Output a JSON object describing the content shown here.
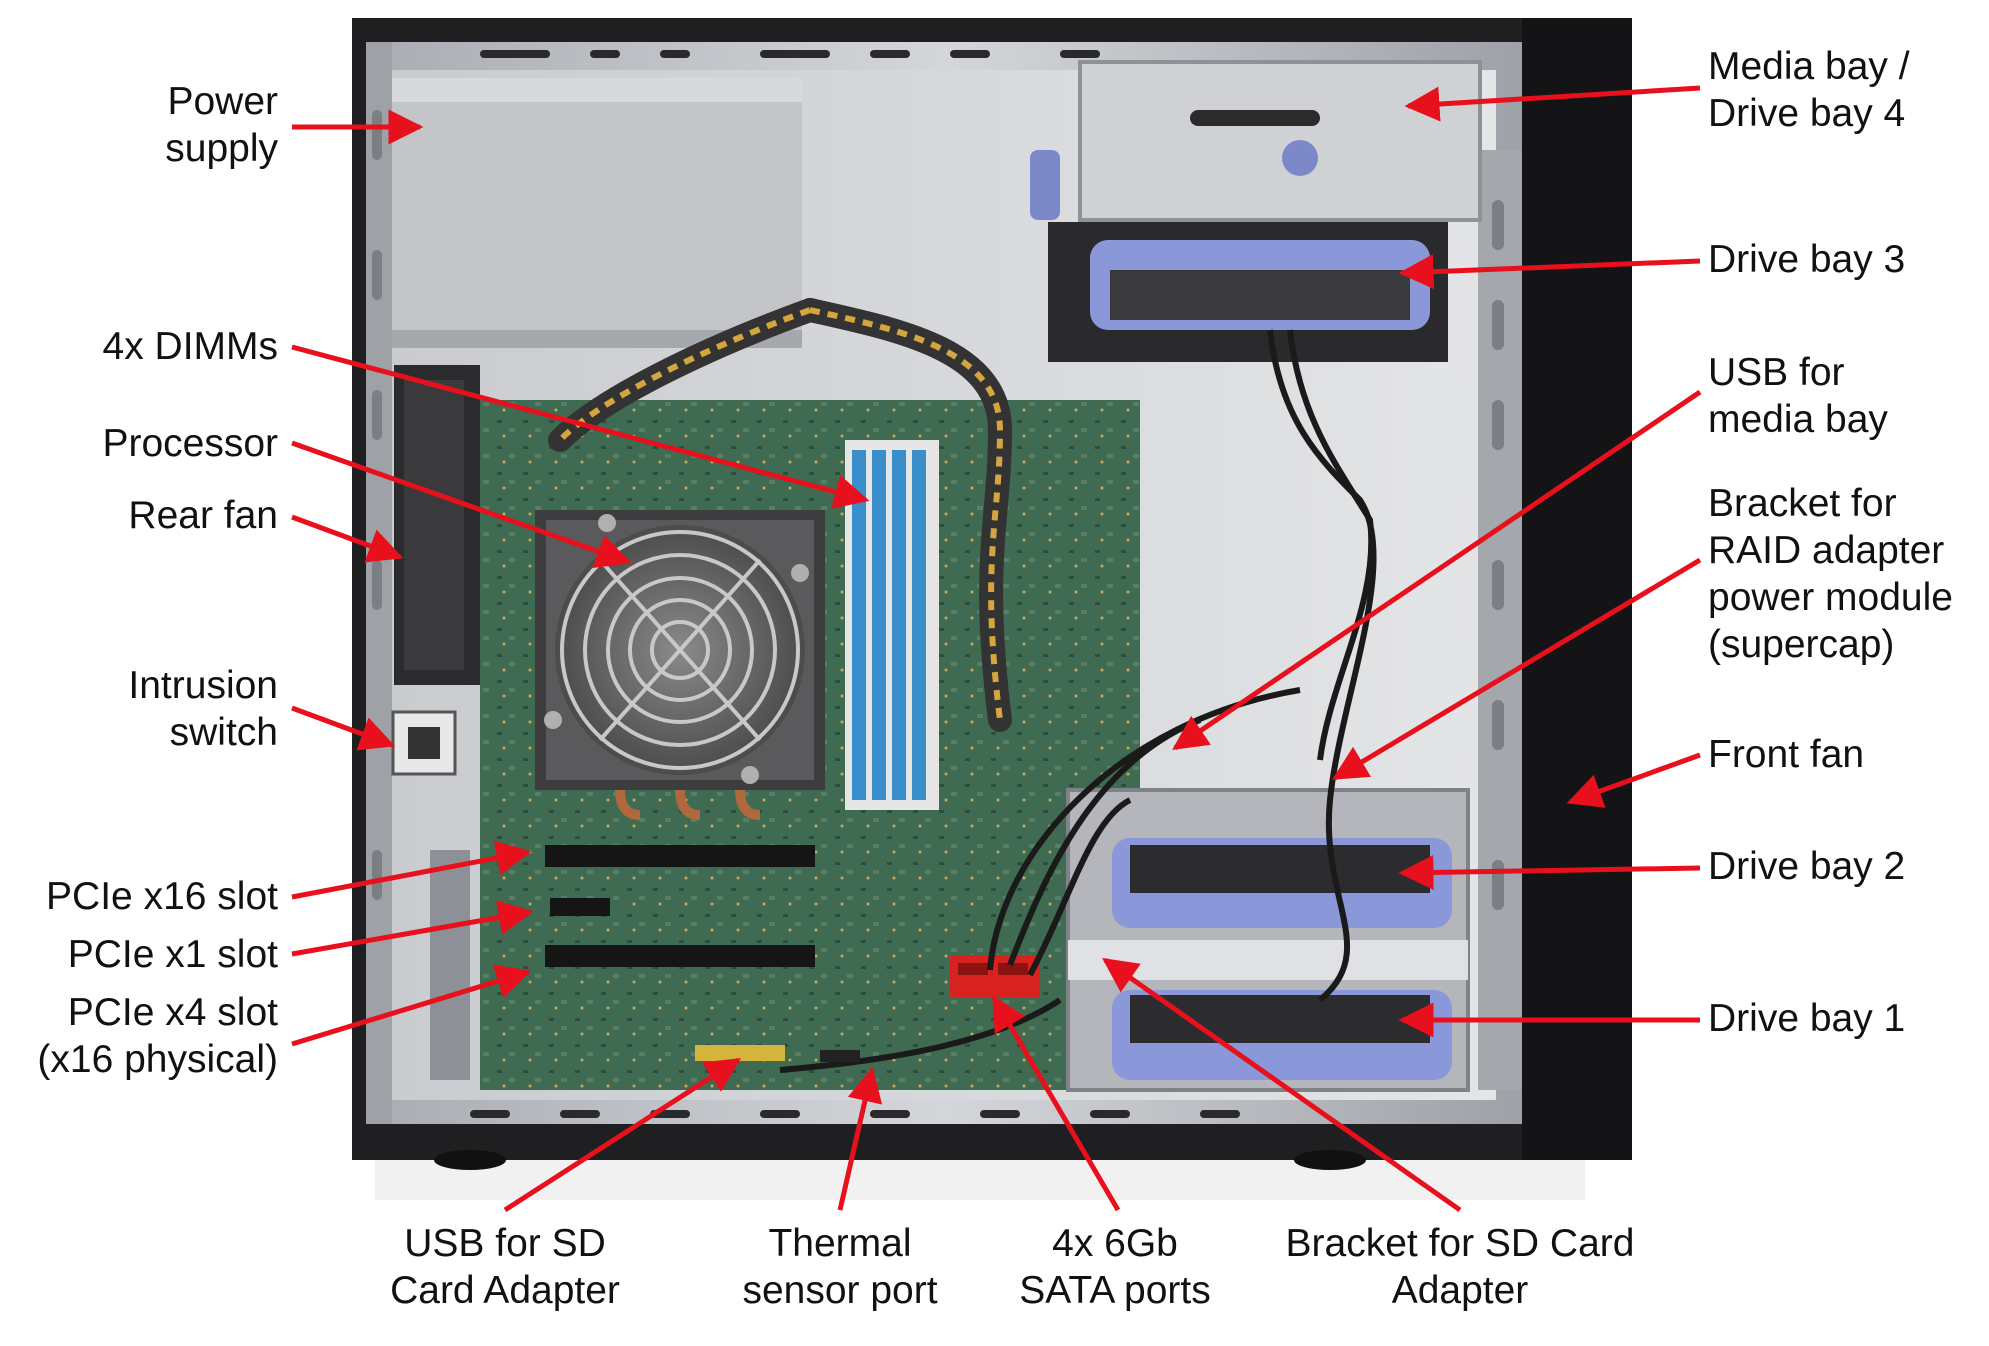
{
  "labels": {
    "power_supply": [
      "Power",
      "supply"
    ],
    "dimms": [
      "4x DIMMs"
    ],
    "processor": [
      "Processor"
    ],
    "rear_fan": [
      "Rear fan"
    ],
    "intrusion_switch": [
      "Intrusion",
      "switch"
    ],
    "pcie_x16": [
      "PCIe x16 slot"
    ],
    "pcie_x1": [
      "PCIe x1 slot"
    ],
    "pcie_x4": [
      "PCIe x4 slot",
      "(x16 physical)"
    ],
    "media_bay": [
      "Media bay /",
      "Drive bay 4"
    ],
    "drive_bay_3": [
      "Drive bay 3"
    ],
    "usb_media_bay": [
      "USB for",
      "media bay"
    ],
    "raid_bracket": [
      "Bracket for",
      "RAID adapter",
      "power module",
      "(supercap)"
    ],
    "front_fan": [
      "Front fan"
    ],
    "drive_bay_2": [
      "Drive bay 2"
    ],
    "drive_bay_1": [
      "Drive bay 1"
    ],
    "usb_sd": [
      "USB for SD",
      "Card Adapter"
    ],
    "thermal_sensor": [
      "Thermal",
      "sensor port"
    ],
    "sata_ports": [
      "4x 6Gb",
      "SATA ports"
    ],
    "sd_bracket": [
      "Bracket for SD Card",
      "Adapter"
    ]
  },
  "colors": {
    "arrow": "#e8101c",
    "chassis_dark": "#1a1a1a",
    "chassis_metal": "#b9bcc2",
    "motherboard": "#3f6b52",
    "dimm_blue": "#3a8ec9",
    "drive_purple": "#8a97d8",
    "sata_red": "#d8221f"
  }
}
